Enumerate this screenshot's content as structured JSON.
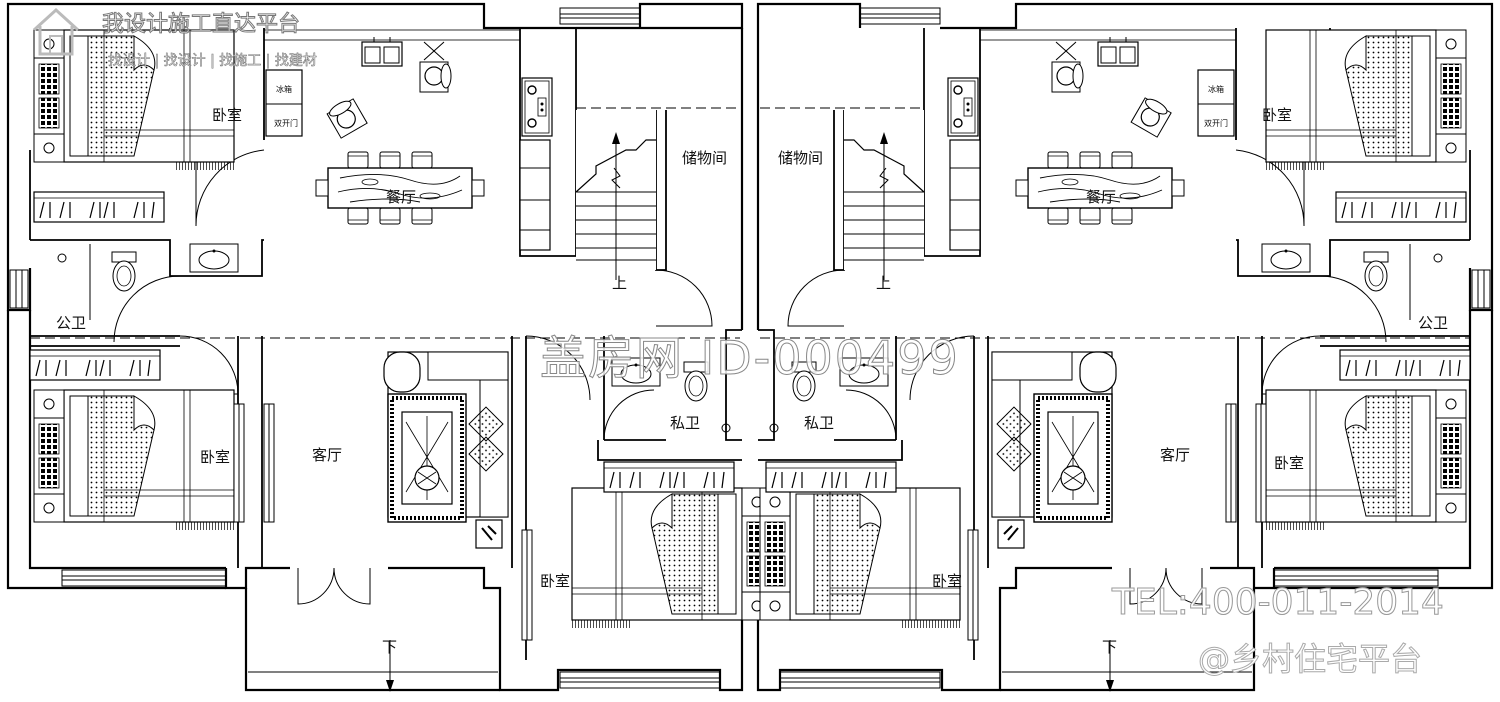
{
  "rooms": {
    "bedroom": "卧室",
    "dining": "餐厅",
    "storage": "储物间",
    "public_bath": "公卫",
    "private_bath": "私卫",
    "living": "客厅",
    "up": "上",
    "down": "下"
  },
  "appliances": {
    "fridge": "冰箱",
    "double_door": "双开门"
  },
  "watermarks": {
    "center": "盖房网 ID-000499",
    "logo_title": "我设计施工直达平台",
    "logo_sub": "找设计 | 找设计 | 找施工 | 找建材",
    "phone": "TEL:400-011-2014",
    "platform": "@乡村住宅平台"
  },
  "colors": {
    "line": "#000000",
    "background": "#ffffff"
  }
}
